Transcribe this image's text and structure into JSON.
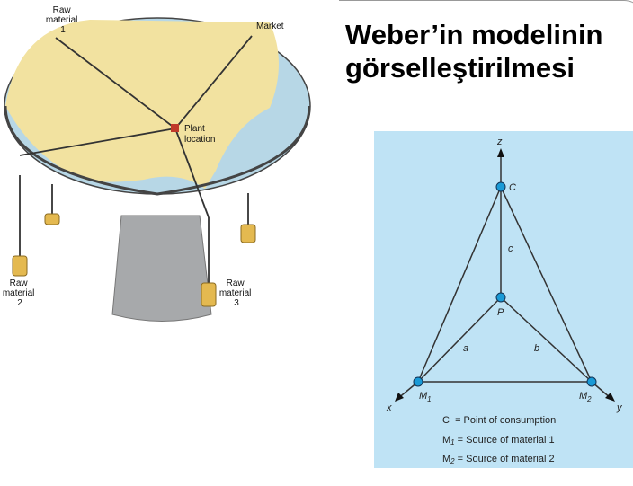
{
  "slide": {
    "title_line1": "Weber’in modelinin",
    "title_line2": "görselleştirilmesi"
  },
  "illustration": {
    "raw_material_1": [
      "Raw",
      "material",
      "1"
    ],
    "market": "Market",
    "plant_location": [
      "Plant",
      "location"
    ],
    "raw_material_2": [
      "Raw",
      "material",
      "2"
    ],
    "raw_material_3": [
      "Raw",
      "material",
      "3"
    ]
  },
  "diagram": {
    "axes": {
      "x": "x",
      "y": "y",
      "z": "z"
    },
    "points": {
      "C": "C",
      "P": "P",
      "M1": "M",
      "M1_sub": "1",
      "M2": "M",
      "M2_sub": "2"
    },
    "edges": {
      "a": "a",
      "b": "b",
      "c": "c"
    },
    "legend": [
      {
        "sym": "C",
        "sub": "",
        "text": "  = Point of consumption"
      },
      {
        "sym": "M",
        "sub": "1",
        "text": " = Source of material 1"
      },
      {
        "sym": "M",
        "sub": "2",
        "text": " = Source of material 2"
      }
    ],
    "colors": {
      "background": "#bfe3f5",
      "node": "#1a9ad6"
    }
  }
}
